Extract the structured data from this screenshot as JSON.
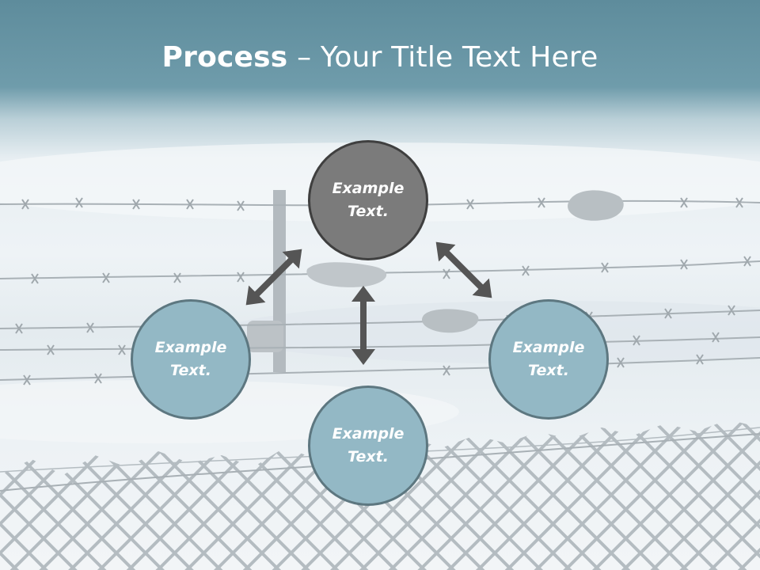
{
  "slide": {
    "title_bold": "Process",
    "title_sep": " – ",
    "title_rest": "Your Title Text Here"
  },
  "nodes": {
    "top": "Example\nText.",
    "left": "Example\nText.",
    "right": "Example\nText.",
    "bottom": "Example\nText."
  },
  "colors": {
    "center_fill": "#7b7b7b",
    "node_fill": "#93b8c5",
    "arrow": "#555555",
    "header": "#5e8c9c"
  },
  "background": {
    "image": "barbed-wire-and-chain-link-fence"
  }
}
